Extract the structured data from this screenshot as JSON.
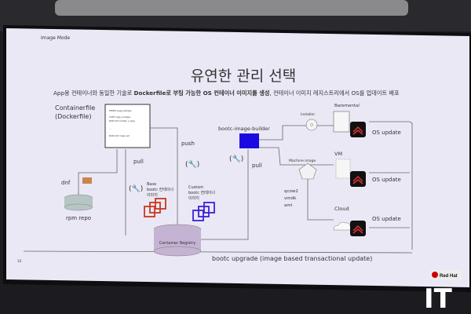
{
  "slide": {
    "section_label": "Image Mode",
    "title": "유연한 관리 선택",
    "subtitle_pre": "App용 컨테이너와 동일한 기술로 ",
    "subtitle_bold": "Dockerfile로 부팅 가능한 OS 컨테이너 이미지를 생성",
    "subtitle_post": ", 컨테이너 이미지 레지스트리에서 OS를 업데이트 배포",
    "page_number": "14"
  },
  "diagram": {
    "containerfile_label": [
      "Containerfile",
      "(Dockerfile)"
    ],
    "containerfile_lines": [
      "FROM quay.io/base",
      "COPY app_src/app",
      "RUN dnf install -y pkg",
      "...",
      "RUN dnf clean all"
    ],
    "dnf_label": "dnf",
    "rpm_repo_label": "rpm repo",
    "pull_label_left": "pull",
    "push_label": "push",
    "base_image_label": [
      "Base",
      "bootc 컨테이너",
      "이미지"
    ],
    "custom_image_label": [
      "Custom",
      "bootc 컨테이너",
      "이미지"
    ],
    "registry_label": "Container Registry",
    "builder_label": "bootc-image-builder",
    "pull_label_right": "pull",
    "installer_label": "Installer",
    "machine_image_label": "Machine image",
    "formats": [
      "qcow2",
      "vmdk",
      "ami"
    ],
    "targets": [
      {
        "name": "Baremental",
        "update": "OS update"
      },
      {
        "name": "VM",
        "update": "OS update"
      },
      {
        "name": "Cloud",
        "update": "OS update"
      }
    ],
    "upgrade_label": "bootc upgrade (image based transactional update)",
    "colors": {
      "base_image": "#c8381c",
      "custom_image": "#3a22d8",
      "builder": "#1a0adf",
      "accent": "#cc0000"
    }
  },
  "watermark": {
    "brand": "Red Hat",
    "overlay": "IT"
  }
}
